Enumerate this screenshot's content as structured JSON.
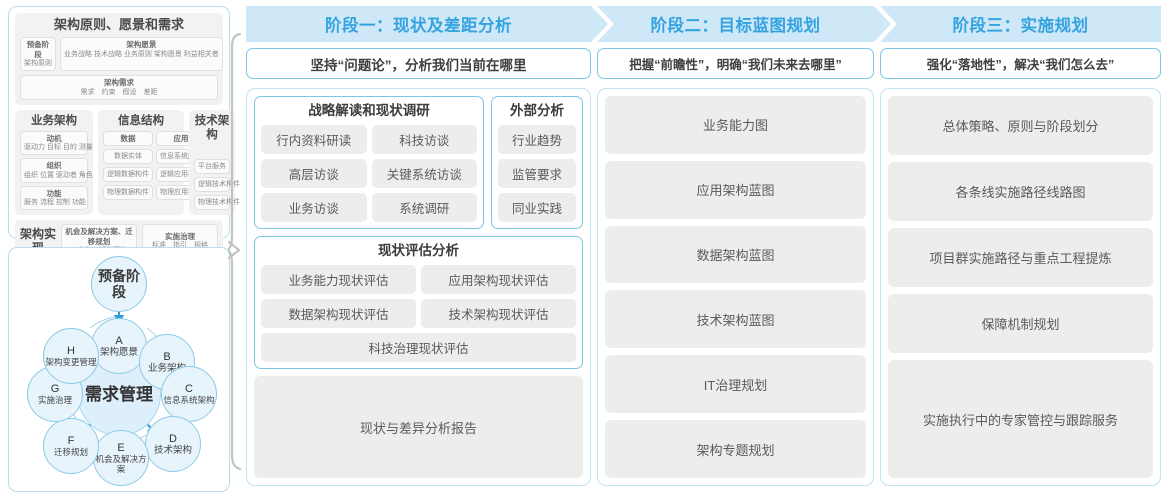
{
  "left_panel": {
    "framework": {
      "title": "架构原则、愿景和需求",
      "row1": [
        {
          "title": "预备阶段",
          "sub": "架构原则"
        },
        {
          "title": "架构愿景",
          "sub": "业务战略 技术战略 业务原则 架构愿景 利益相关者"
        }
      ],
      "row2": {
        "title": "架构需求",
        "sub": "需求　约束　假设　差距"
      },
      "columns": [
        {
          "head": "业务架构",
          "items": [
            {
              "title": "动机",
              "sub": "驱动力 目标 目的 测量"
            },
            {
              "title": "组织",
              "sub": "组织 位置 驱动者 角色"
            },
            {
              "title": "功能",
              "sub": "服务 流程 控制 功能"
            }
          ]
        },
        {
          "head": "信息结构",
          "left": [
            {
              "title": "数据",
              "sub": ""
            },
            {
              "title": "",
              "sub": "数据实体"
            },
            {
              "title": "",
              "sub": "逻辑数据构件"
            },
            {
              "title": "",
              "sub": "物理数据构件"
            }
          ],
          "right": [
            {
              "title": "应用",
              "sub": ""
            },
            {
              "title": "",
              "sub": "信息系统服务"
            },
            {
              "title": "",
              "sub": "逻辑应用构件"
            },
            {
              "title": "",
              "sub": "物理应用构件"
            }
          ]
        },
        {
          "head": "技术架构",
          "items": [
            {
              "title": "",
              "sub": "平台服务"
            },
            {
              "title": "",
              "sub": "逻辑技术构件"
            },
            {
              "title": "",
              "sub": "物理技术构件"
            }
          ]
        }
      ],
      "impl_label": "架构实现",
      "impl_items": [
        {
          "title": "机会及解决方案、迁移规划",
          "sub": "工作包　架构契约"
        },
        {
          "title": "实施治理",
          "sub": "标准　指引　规格"
        }
      ]
    },
    "adm": {
      "prep": "预备阶段",
      "center": "需求管理",
      "nodes": [
        {
          "letter": "A",
          "name": "架构愿景"
        },
        {
          "letter": "B",
          "name": "业务架构"
        },
        {
          "letter": "C",
          "name": "信息系统架构"
        },
        {
          "letter": "D",
          "name": "技术架构"
        },
        {
          "letter": "E",
          "name": "机会及解决方案"
        },
        {
          "letter": "F",
          "name": "迁移规划"
        },
        {
          "letter": "G",
          "name": "实施治理"
        },
        {
          "letter": "H",
          "name": "架构变更管理"
        }
      ]
    }
  },
  "phases": [
    {
      "title": "阶段一：现状及差距分析",
      "subtitle": "坚持“问题论”，分析我们当前在哪里",
      "cards": [
        {
          "title": "战略解读和现状调研",
          "layout": "grid2",
          "items": [
            "行内资料研读",
            "科技访谈",
            "高层访谈",
            "关键系统访谈",
            "业务访谈",
            "系统调研"
          ]
        },
        {
          "title": "外部分析",
          "layout": "col",
          "items": [
            "行业趋势",
            "监管要求",
            "同业实践"
          ]
        },
        {
          "title": "现状评估分析",
          "layout": "grid2-plus",
          "items": [
            "业务能力现状评估",
            "应用架构现状评估",
            "数据架构现状评估",
            "技术架构现状评估"
          ],
          "full_item": "科技治理现状评估"
        }
      ],
      "report": "现状与差异分析报告"
    },
    {
      "title": "阶段二：目标蓝图规划",
      "subtitle": "把握“前瞻性”，明确“我们未来去哪里”",
      "items": [
        {
          "label": "业务能力图",
          "flex": 1
        },
        {
          "label": "应用架构蓝图",
          "flex": 1
        },
        {
          "label": "数据架构蓝图",
          "flex": 1
        },
        {
          "label": "技术架构蓝图",
          "flex": 1
        },
        {
          "label": "IT治理规划",
          "flex": 1
        },
        {
          "label": "架构专题规划",
          "flex": 1
        }
      ]
    },
    {
      "title": "阶段三：实施规划",
      "subtitle": "强化“落地性”，解决“我们怎么去”",
      "items": [
        {
          "label": "总体策略、原则与阶段划分",
          "flex": 1
        },
        {
          "label": "各条线实施路径线路图",
          "flex": 1
        },
        {
          "label": "项目群实施路径与重点工程提炼",
          "flex": 1
        },
        {
          "label": "保障机制规划",
          "flex": 1
        },
        {
          "label": "实施执行中的专家管控与跟踪服务",
          "flex": 2
        }
      ]
    }
  ],
  "colors": {
    "header_band": "#cfe8f8",
    "header_text": "#35a3e0",
    "panel_border": "#bfe2f4",
    "card_border": "#7cc6e8",
    "pill_bg": "#ededed",
    "node_fill": "#e7f4fb",
    "node_stroke": "#8cc9e8",
    "arrow": "#2e9fd6"
  }
}
